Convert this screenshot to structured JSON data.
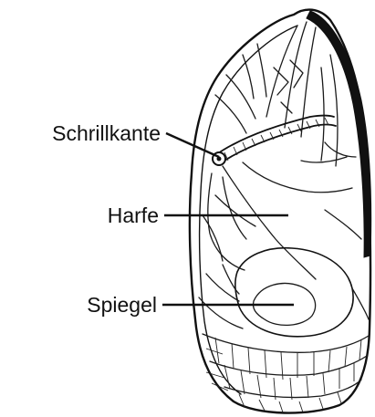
{
  "diagram": {
    "subject": "cricket forewing (Tegmen) line drawing",
    "labels": [
      {
        "id": "schrillkante",
        "text": "Schrillkante"
      },
      {
        "id": "harfe",
        "text": "Harfe"
      },
      {
        "id": "spiegel",
        "text": "Spiegel"
      }
    ],
    "colors": {
      "ink": "#111111",
      "background": "#ffffff"
    }
  }
}
